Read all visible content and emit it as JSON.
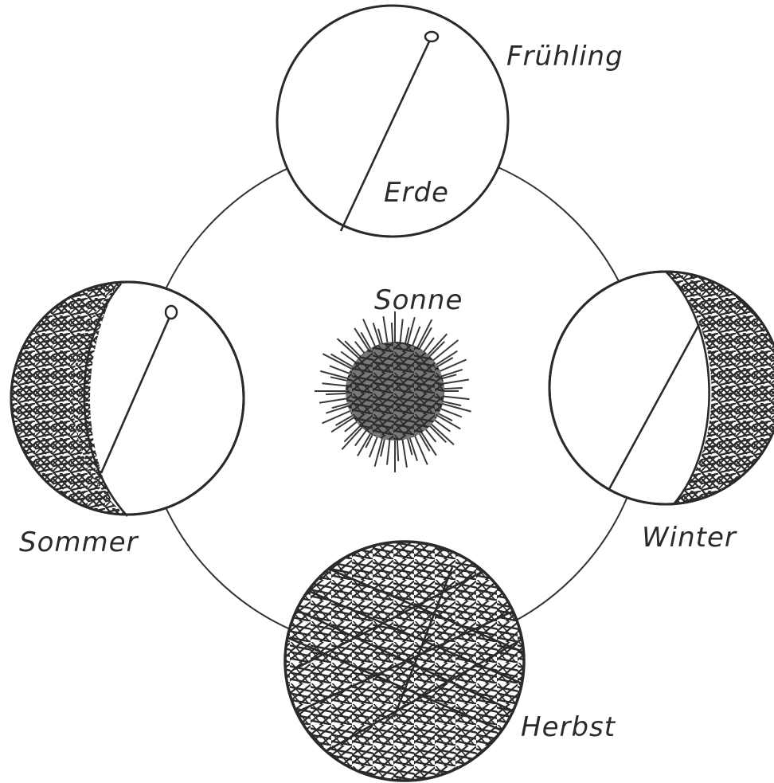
{
  "diagram": {
    "labels": {
      "spring": "Frühling",
      "earth": "Erde",
      "sun": "Sonne",
      "summer": "Sommer",
      "winter": "Winter",
      "autumn": "Herbst"
    },
    "colors": {
      "ink": "#2a2a2a",
      "background": "#ffffff"
    }
  }
}
